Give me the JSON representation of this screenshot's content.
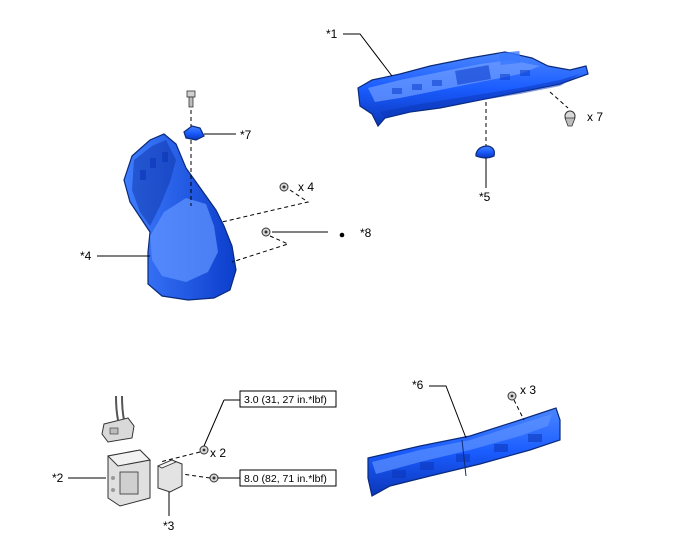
{
  "callouts": {
    "c1": "*1",
    "c2": "*2",
    "c3": "*3",
    "c4": "*4",
    "c5": "*5",
    "c6": "*6",
    "c7": "*7",
    "c8": "*8"
  },
  "quantities": {
    "clips_top": "x 7",
    "clips_left": "x 4",
    "screws_bottom_left": "x 2",
    "screws_bottom_right": "x 3"
  },
  "torque": {
    "t1": "3.0 (31, 27 in.*lbf)",
    "t2": "8.0 (82, 71 in.*lbf)"
  },
  "colors": {
    "part_fill": "#1a5cff",
    "part_highlight": "#4a86ff",
    "part_shadow": "#0b36b8",
    "part_outline": "#0a2a7a",
    "fastener_fill": "#cfcfcf"
  }
}
